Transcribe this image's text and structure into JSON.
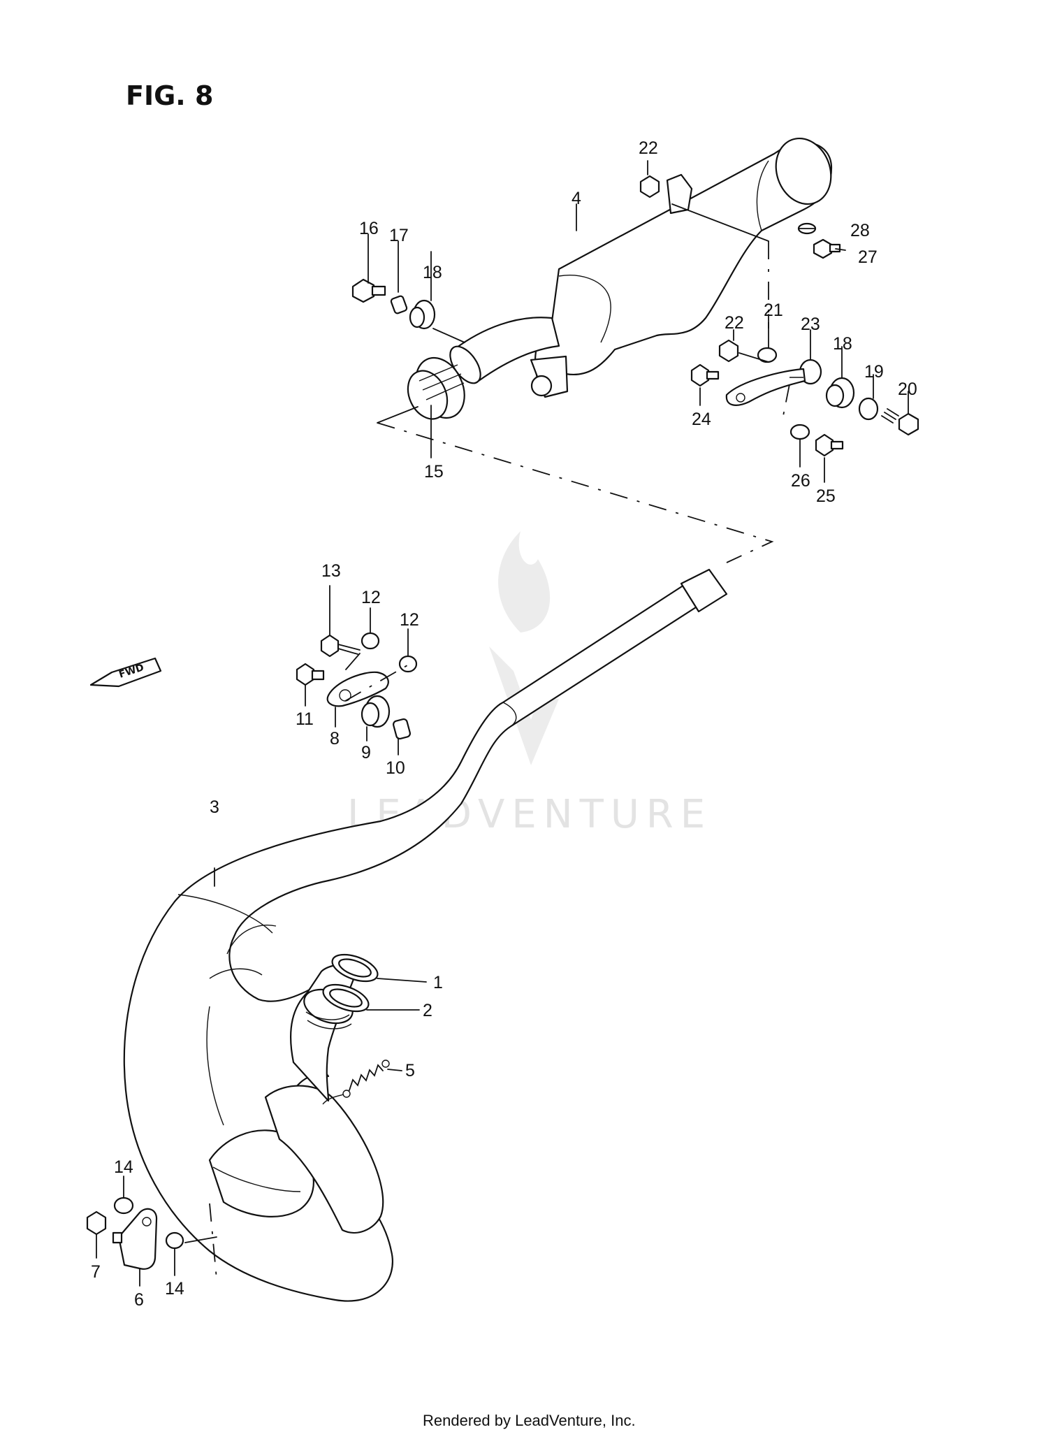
{
  "figure": {
    "title": "FIG. 8"
  },
  "watermark": {
    "text": "LEADVENTURE"
  },
  "forward_marker": {
    "text": "FWD"
  },
  "callouts": [
    "1",
    "2",
    "3",
    "4",
    "5",
    "6",
    "7",
    "8",
    "9",
    "10",
    "11",
    "12",
    "12",
    "13",
    "14",
    "14",
    "15",
    "16",
    "17",
    "18",
    "18",
    "19",
    "20",
    "21",
    "22",
    "22",
    "23",
    "24",
    "25",
    "26",
    "27",
    "28"
  ],
  "footer": {
    "text": "Rendered by LeadVenture, Inc."
  }
}
